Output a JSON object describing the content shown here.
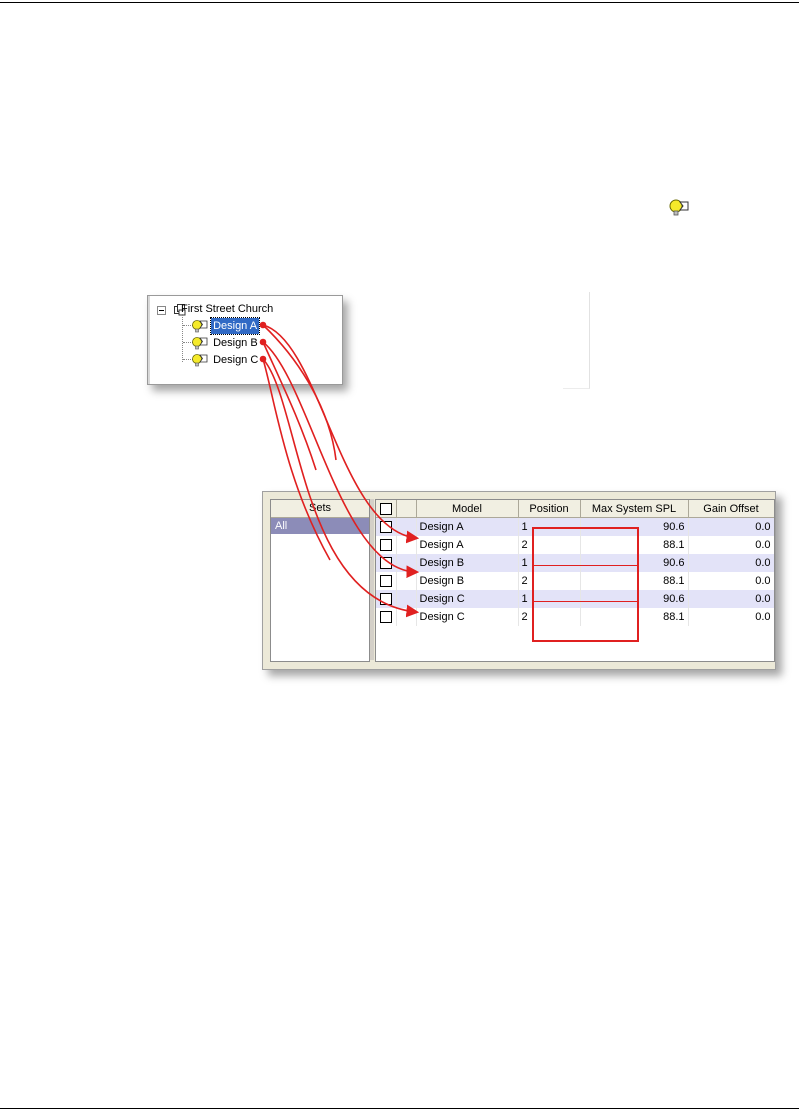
{
  "tree": {
    "root_label": "First Street Church",
    "items": [
      {
        "label": "Design A",
        "selected": true
      },
      {
        "label": "Design B",
        "selected": false
      },
      {
        "label": "Design C",
        "selected": false
      }
    ]
  },
  "sets": {
    "header": "Sets",
    "items": [
      "All"
    ]
  },
  "grid": {
    "columns": [
      "",
      "Model",
      "Position",
      "Max System SPL",
      "Gain Offset"
    ],
    "rows": [
      {
        "model": "Design A",
        "position": "1",
        "max_spl": "90.6",
        "gain_offset": "0.0"
      },
      {
        "model": "Design A",
        "position": "2",
        "max_spl": "88.1",
        "gain_offset": "0.0"
      },
      {
        "model": "Design B",
        "position": "1",
        "max_spl": "90.6",
        "gain_offset": "0.0"
      },
      {
        "model": "Design B",
        "position": "2",
        "max_spl": "88.1",
        "gain_offset": "0.0"
      },
      {
        "model": "Design C",
        "position": "1",
        "max_spl": "90.6",
        "gain_offset": "0.0"
      },
      {
        "model": "Design C",
        "position": "2",
        "max_spl": "88.1",
        "gain_offset": "0.0"
      }
    ]
  },
  "colors": {
    "selection": "#316ac5",
    "annotation": "#e02020",
    "row_alt": "#e3e3f8",
    "design_icon": "#f5ea2a"
  },
  "icons": {
    "inline": "design-icon",
    "root": "project-icon",
    "expander": "collapse-icon"
  }
}
